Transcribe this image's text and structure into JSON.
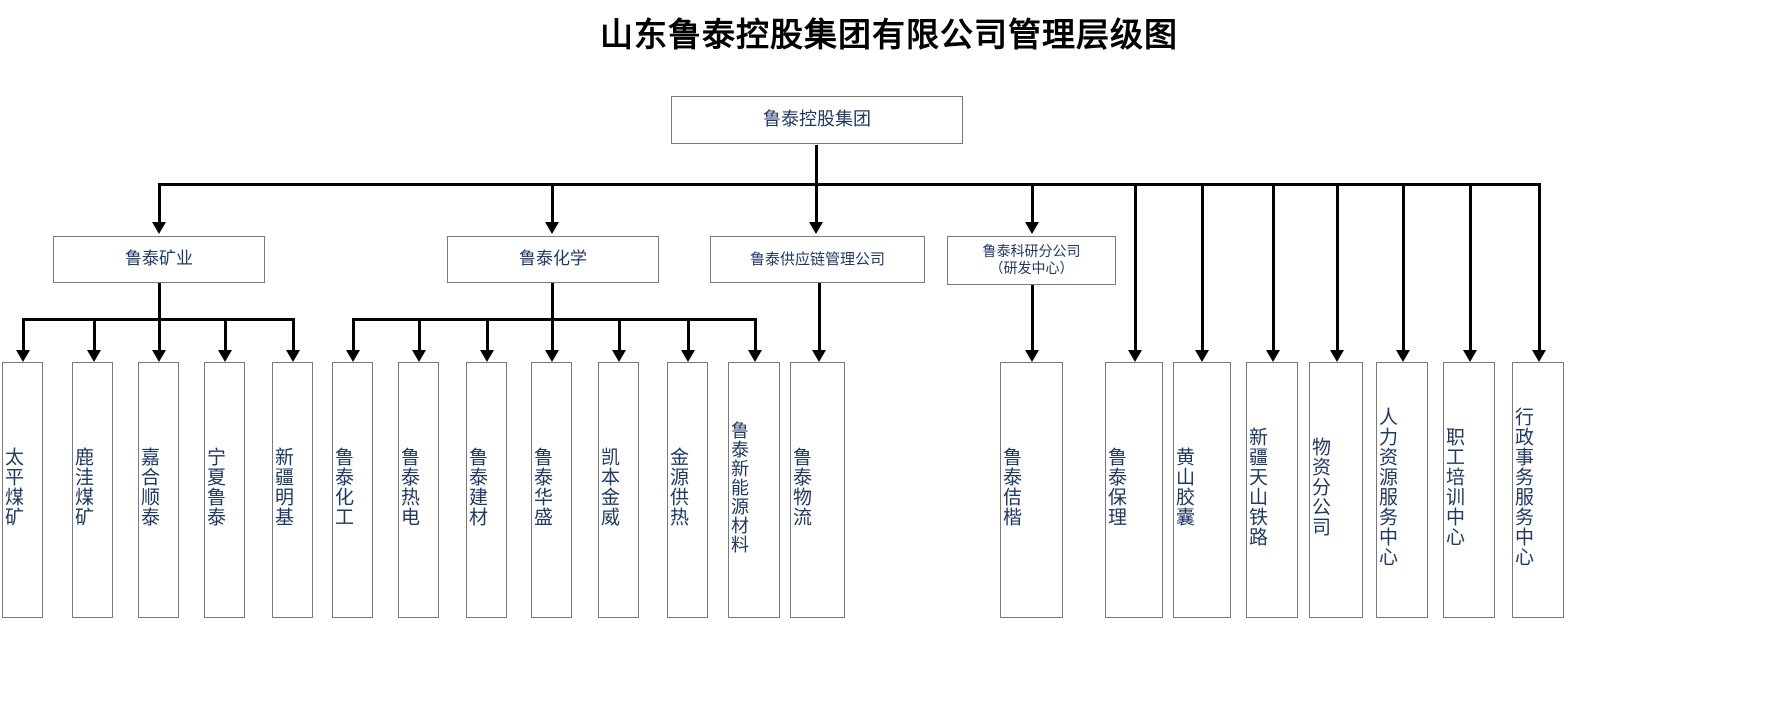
{
  "title": "山东鲁泰控股集团有限公司管理层级图",
  "root": {
    "label": "鲁泰控股集团"
  },
  "divisions": [
    {
      "label": "鲁泰矿业"
    },
    {
      "label": "鲁泰化学"
    },
    {
      "label": "鲁泰供应链管理公司"
    },
    {
      "label": "鲁泰科研分公司",
      "label2": "（研发中心）"
    }
  ],
  "mining_children": [
    {
      "label": "太平煤矿"
    },
    {
      "label": "鹿洼煤矿"
    },
    {
      "label": "嘉合顺泰"
    },
    {
      "label": "宁夏鲁泰"
    },
    {
      "label": "新疆明基"
    }
  ],
  "chemical_children": [
    {
      "label": "鲁泰化工"
    },
    {
      "label": "鲁泰热电"
    },
    {
      "label": "鲁泰建材"
    },
    {
      "label": "鲁泰华盛"
    },
    {
      "label": "凯本金威"
    },
    {
      "label": "金源供热"
    },
    {
      "label": "鲁泰新能源材料"
    }
  ],
  "supplychain_children": [
    {
      "label": "鲁泰物流"
    }
  ],
  "research_children": [
    {
      "label": "鲁泰佶楷"
    }
  ],
  "group_direct_children": [
    {
      "label": "鲁泰保理"
    },
    {
      "label": "黄山胶囊"
    },
    {
      "label": "新疆天山铁路"
    },
    {
      "label": "物资分公司"
    },
    {
      "label": "人力资源服务中心"
    },
    {
      "label": "职工培训中心"
    },
    {
      "label": "行政事务服务中心"
    }
  ],
  "colors": {
    "box_border": "#7a7a7a",
    "box_text": "#1f3864",
    "connector": "#000000",
    "title_text": "#000000",
    "background": "#ffffff"
  }
}
